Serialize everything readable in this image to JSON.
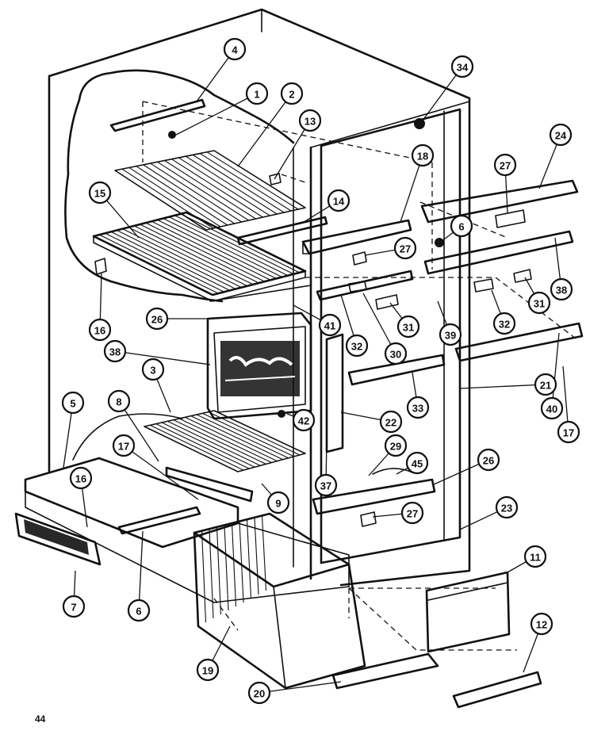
{
  "page_number": "44",
  "callouts": [
    "4",
    "1",
    "2",
    "13",
    "34",
    "18",
    "24",
    "15",
    "14",
    "27",
    "6",
    "27",
    "16",
    "26",
    "41",
    "31",
    "32",
    "31",
    "38",
    "32",
    "30",
    "39",
    "38",
    "3",
    "42",
    "22",
    "33",
    "21",
    "40",
    "17",
    "8",
    "5",
    "17",
    "16",
    "9",
    "37",
    "29",
    "45",
    "26",
    "27",
    "23",
    "11",
    "7",
    "6",
    "19",
    "20",
    "12"
  ]
}
